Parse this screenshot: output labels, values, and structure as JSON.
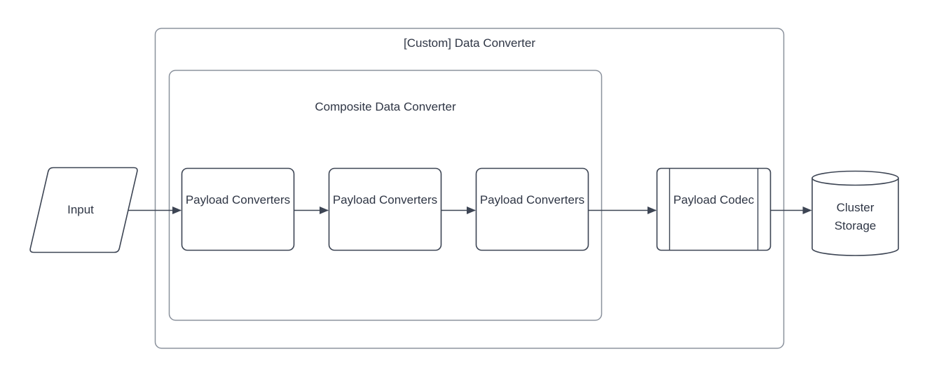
{
  "colors": {
    "background": "#ffffff",
    "container_stroke": "#8a919c",
    "node_stroke": "#3d4554",
    "text_color": "#2f3645"
  },
  "diagram": {
    "outer_container": {
      "label": "[Custom] Data Converter"
    },
    "composite_container": {
      "label": "Composite Data Converter"
    },
    "nodes": {
      "input": {
        "label": "Input",
        "shape": "parallelogram"
      },
      "payload_converter_1": {
        "label": "Payload Converters",
        "shape": "rounded-rectangle"
      },
      "payload_converter_2": {
        "label": "Payload Converters",
        "shape": "rounded-rectangle"
      },
      "payload_converter_3": {
        "label": "Payload Converters",
        "shape": "rounded-rectangle"
      },
      "payload_codec": {
        "label": "Payload Codec",
        "shape": "predefined-process"
      },
      "cluster_storage": {
        "label": "Cluster Storage",
        "shape": "cylinder"
      }
    },
    "edges": [
      {
        "from": "input",
        "to": "payload_converter_1"
      },
      {
        "from": "payload_converter_1",
        "to": "payload_converter_2"
      },
      {
        "from": "payload_converter_2",
        "to": "payload_converter_3"
      },
      {
        "from": "payload_converter_3",
        "to": "payload_codec"
      },
      {
        "from": "payload_codec",
        "to": "cluster_storage"
      }
    ]
  }
}
